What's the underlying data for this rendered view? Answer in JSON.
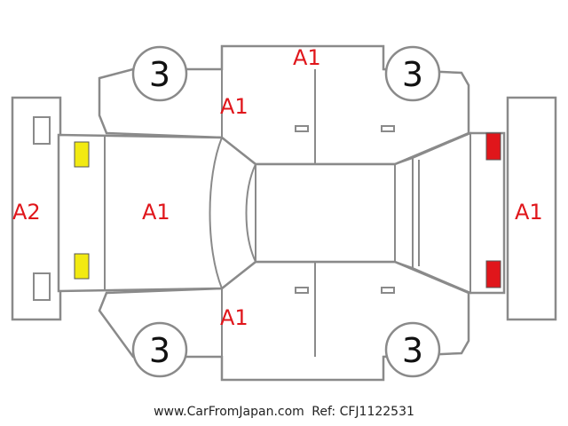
{
  "grades": {
    "roof": "A1",
    "front_left_door": "A1",
    "bonnet": "A1",
    "front_bumper": "A2",
    "rear_bumper": "A1",
    "rear_left_door": "A1"
  },
  "tires": {
    "top_left": "3",
    "top_right": "3",
    "bottom_left": "3",
    "bottom_right": "3"
  },
  "lamps": {
    "front_color": "#f2ea12",
    "rear_color": "#e0161b"
  },
  "colors": {
    "grade_text": "#e0161b",
    "outline": "#8a8a8a"
  },
  "footer": {
    "site": "www.CarFromJapan.com",
    "ref": "Ref: CFJ1122531"
  }
}
